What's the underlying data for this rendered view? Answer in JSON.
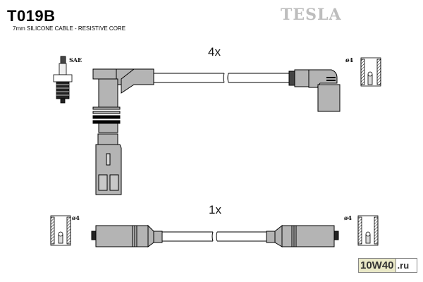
{
  "header": {
    "part_code": "T019B",
    "subtitle": "7mm SILICONE CABLE - RESISTIVE CORE",
    "brand": "TESLA"
  },
  "diagram": {
    "spark_plug_label": "SAE",
    "top_cable": {
      "quantity": "4x",
      "terminal_label": "ø4"
    },
    "bottom_cable": {
      "quantity": "1x",
      "left_terminal_label": "ø4",
      "right_terminal_label": "ø4"
    }
  },
  "watermark": {
    "main": "10W40",
    "suffix": ".ru"
  },
  "colors": {
    "part_gray": "#b4b4b4",
    "line": "#000000",
    "brand_gray": "#bdbdbd",
    "watermark_bg": "#e9e8c7"
  }
}
